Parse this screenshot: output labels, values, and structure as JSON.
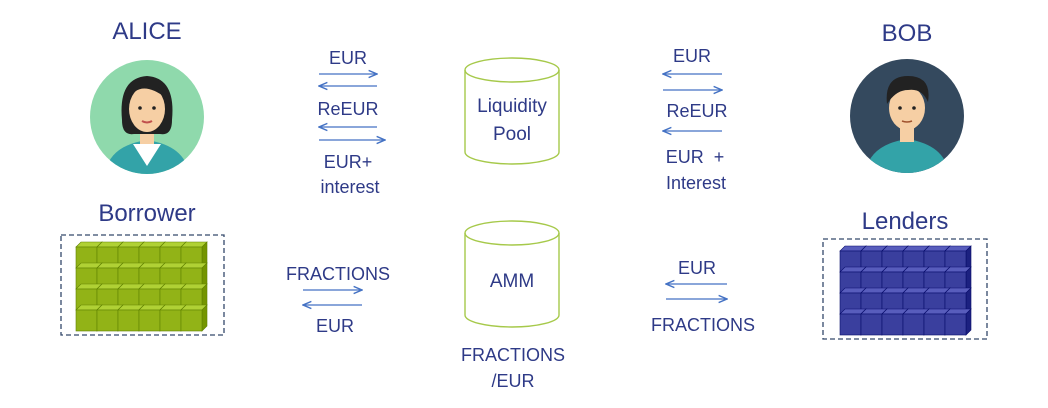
{
  "colors": {
    "text": "#2e3a87",
    "arrow": "#4472c4",
    "cylinder_stroke": "#a6c94a",
    "alice_bg": "#8fd9ac",
    "bob_bg": "#34495e",
    "skin": "#f6cfa4",
    "hair": "#222222",
    "teal_shirt": "#33a3a8",
    "green_cube": "#92b317",
    "blue_cube": "#3a3f9e",
    "dashed_border": "#34496b"
  },
  "alice": {
    "name": "ALICE",
    "role": "Borrower"
  },
  "bob": {
    "name": "BOB",
    "role": "Lenders"
  },
  "liquidity_pool": {
    "line1": "Liquidity",
    "line2": "Pool"
  },
  "amm": {
    "label": "AMM",
    "below_line1": "FRACTIONS",
    "below_line2": "/EUR"
  },
  "left_top_flows": {
    "eur": "EUR",
    "reeur": "ReEUR",
    "eur_plus": "EUR+",
    "interest": "interest"
  },
  "right_top_flows": {
    "eur": "EUR",
    "reeur": "ReEUR",
    "eur_plus": "EUR  +",
    "interest": "Interest"
  },
  "left_bottom_flows": {
    "fractions": "FRACTIONS",
    "eur": "EUR"
  },
  "right_bottom_flows": {
    "eur": "EUR",
    "fractions": "FRACTIONS"
  },
  "icons": {
    "alice_avatar": "female-avatar-icon",
    "bob_avatar": "male-avatar-icon",
    "green_blocks": "cube-stack-icon",
    "blue_blocks": "cube-stack-icon",
    "database": "cylinder-icon"
  }
}
